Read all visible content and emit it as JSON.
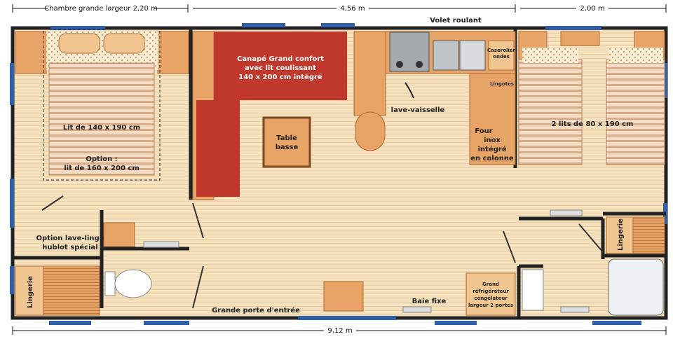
{
  "dimensions": {
    "top_left": "Chambre grande largeur 2,20 m",
    "top_mid": "4,56 m",
    "top_right": "2,00 m",
    "bottom": "9,12 m"
  },
  "labels": {
    "volet": "Volet roulant",
    "canape": [
      "Canapé Grand confort",
      "avec lit coulissant",
      "140 x 200 cm intégré"
    ],
    "lit_master": "Lit de 140 x 190 cm",
    "option_lit": [
      "Option :",
      "lit de 160 x 200 cm"
    ],
    "table": [
      "Table",
      "basse"
    ],
    "lave_vaisselle": "lave-vaisselle",
    "caserolier": [
      "Caserolier",
      "ondes"
    ],
    "lingotes": "Lingotes",
    "four": [
      "Four",
      "inox",
      "intégré",
      "en colonne"
    ],
    "lits_jumeaux": "2 lits de 80 x 190 cm",
    "option_lave_linge": [
      "Option lave-linge",
      "hublot spécial"
    ],
    "lingerie_left": "Lingerie",
    "lingerie_right": "Lingerie",
    "porte_entree": "Grande porte d'entrée",
    "baie_fixe": "Baie fixe",
    "frigo": [
      "Grand",
      "réfrigérateur",
      "congélateur",
      "largeur 2 portes"
    ]
  },
  "colors": {
    "floor": "#f3dfba",
    "wall": "#222222",
    "sofa": "#c0382b",
    "furniture": "#e8a466",
    "bed_stripe": "#d6aa86",
    "window": "#2f5fa8"
  }
}
